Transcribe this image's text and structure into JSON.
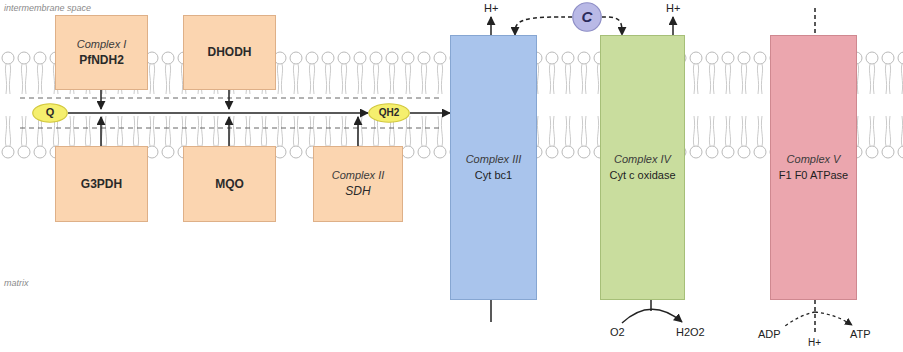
{
  "diagram": {
    "nodes": [
      {
        "text": [
          "Complex I",
          "PfNDH2"
        ]
      },
      {
        "text": [
          "DHODH"
        ]
      },
      {
        "text": [
          "C"
        ]
      },
      {
        "text": [
          "Complex III",
          "Cyt bc1"
        ]
      },
      {
        "text": [
          "Complex IV",
          "Cyt c oxidase"
        ]
      },
      {
        "text": [
          "Complex V",
          "F1 F0 ATPase"
        ]
      },
      {
        "text": [
          "Q"
        ]
      },
      {
        "text": [
          "QH2"
        ]
      },
      {
        "text": [
          "G3PDH"
        ]
      },
      {
        "text": [
          "MQO"
        ]
      },
      {
        "text": [
          "Complex II",
          "SDH"
        ]
      }
    ],
    "edges": [
      {
        "from": 6,
        "to": 7,
        "arrow": "to"
      },
      {
        "from": 7,
        "to": 3,
        "arrow": "to"
      },
      {
        "from": 2,
        "to": 3,
        "arrow": "to"
      },
      {
        "from": 2,
        "to": 4,
        "arrow": "to"
      }
    ],
    "labels": [
      "intermembrane space",
      "H+",
      "H+",
      "O2",
      "H2O2",
      "ADP",
      "ATP",
      "H+",
      "matrix"
    ]
  }
}
